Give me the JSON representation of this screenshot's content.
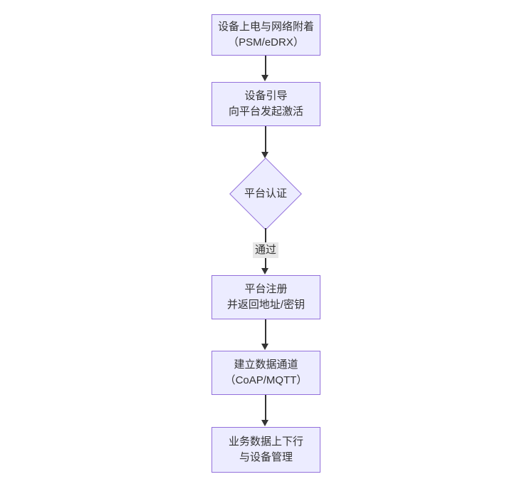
{
  "diagram": {
    "type": "flowchart",
    "direction": "top-down",
    "colors": {
      "node_fill": "#ECECFF",
      "node_border": "#9370DB",
      "node_text": "#333333",
      "edge_stroke": "#333333",
      "edge_label_bg": "#e8e8e8",
      "background": "#ffffff"
    },
    "nodes": [
      {
        "id": "attach",
        "shape": "rect",
        "lines": [
          "设备上电与网络附着",
          "（PSM/eDRX）"
        ]
      },
      {
        "id": "bootstrap",
        "shape": "rect",
        "lines": [
          "设备引导",
          "向平台发起激活"
        ]
      },
      {
        "id": "auth",
        "shape": "diamond",
        "lines": [
          "平台认证"
        ]
      },
      {
        "id": "register",
        "shape": "rect",
        "lines": [
          "平台注册",
          "并返回地址/密钥"
        ]
      },
      {
        "id": "channel",
        "shape": "rect",
        "lines": [
          "建立数据通道",
          "（CoAP/MQTT）"
        ]
      },
      {
        "id": "business",
        "shape": "rect",
        "lines": [
          "业务数据上下行",
          "与设备管理"
        ]
      }
    ],
    "edges": [
      {
        "from": "attach",
        "to": "bootstrap",
        "label": ""
      },
      {
        "from": "bootstrap",
        "to": "auth",
        "label": ""
      },
      {
        "from": "auth",
        "to": "register",
        "label": "通过"
      },
      {
        "from": "register",
        "to": "channel",
        "label": ""
      },
      {
        "from": "channel",
        "to": "business",
        "label": ""
      }
    ]
  }
}
